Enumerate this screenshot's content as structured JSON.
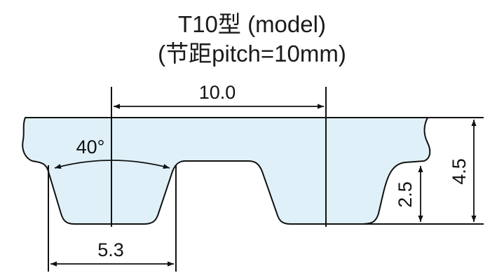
{
  "title": {
    "line1": "T10型 (model)",
    "line2": "(节距pitch=10mm)"
  },
  "dimensions": {
    "pitch": "10.0",
    "tooth_angle": "40°",
    "tooth_width": "5.3",
    "tooth_height": "2.5",
    "total_height": "4.5"
  },
  "colors": {
    "belt_fill": "#dff0f8",
    "line": "#111111"
  }
}
